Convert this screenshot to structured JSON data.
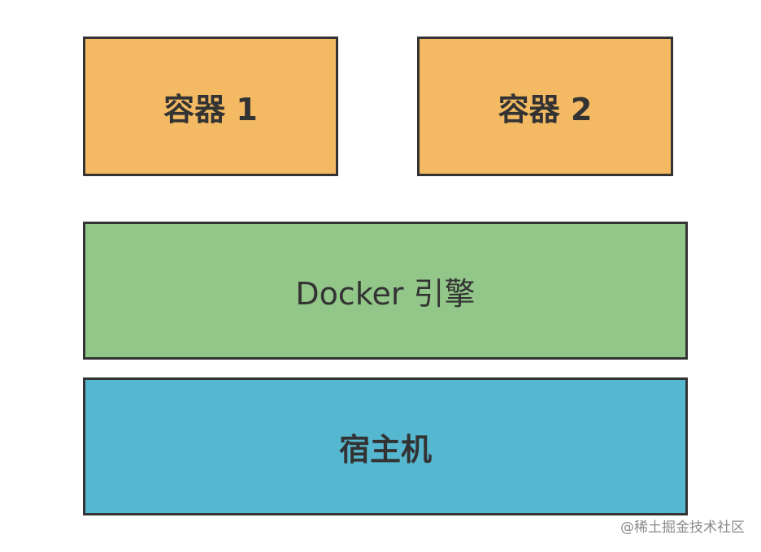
{
  "diagram": {
    "containers": [
      {
        "label": "容器 1"
      },
      {
        "label": "容器 2"
      }
    ],
    "engine": {
      "label": "Docker 引擎"
    },
    "host": {
      "label": "宿主机"
    }
  },
  "watermark": "@稀土掘金技术社区",
  "colors": {
    "container": "#f3ba63",
    "engine": "#93c789",
    "host": "#56b7d1",
    "border": "#333333",
    "text": "#333333"
  }
}
